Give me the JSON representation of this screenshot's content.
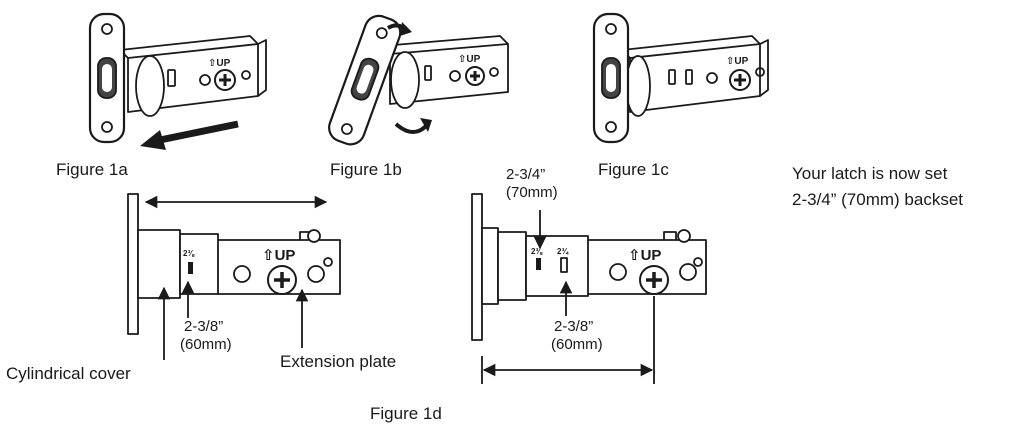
{
  "figures": {
    "fig1a": "Figure 1a",
    "fig1b": "Figure 1b",
    "fig1c": "Figure 1c",
    "fig1d": "Figure 1d"
  },
  "note": {
    "line1": "Your latch is now set",
    "line2": "2-3/4” (70mm) backset"
  },
  "labels": {
    "left_dim_a": "2-3/8”",
    "left_dim_b": "(60mm)",
    "cylindrical_cover": "Cylindrical cover",
    "extension_plate": "Extension plate",
    "right_top_dim_a": "2-3/4”",
    "right_top_dim_b": "(70mm)",
    "right_dim_a": "2-3/8”",
    "right_dim_b": "(60mm)"
  },
  "markings": {
    "up": "⇧UP",
    "mark_60": "2⅜",
    "mark_70": "2¾"
  },
  "colors": {
    "ink": "#1a1a1a",
    "background": "#ffffff"
  }
}
